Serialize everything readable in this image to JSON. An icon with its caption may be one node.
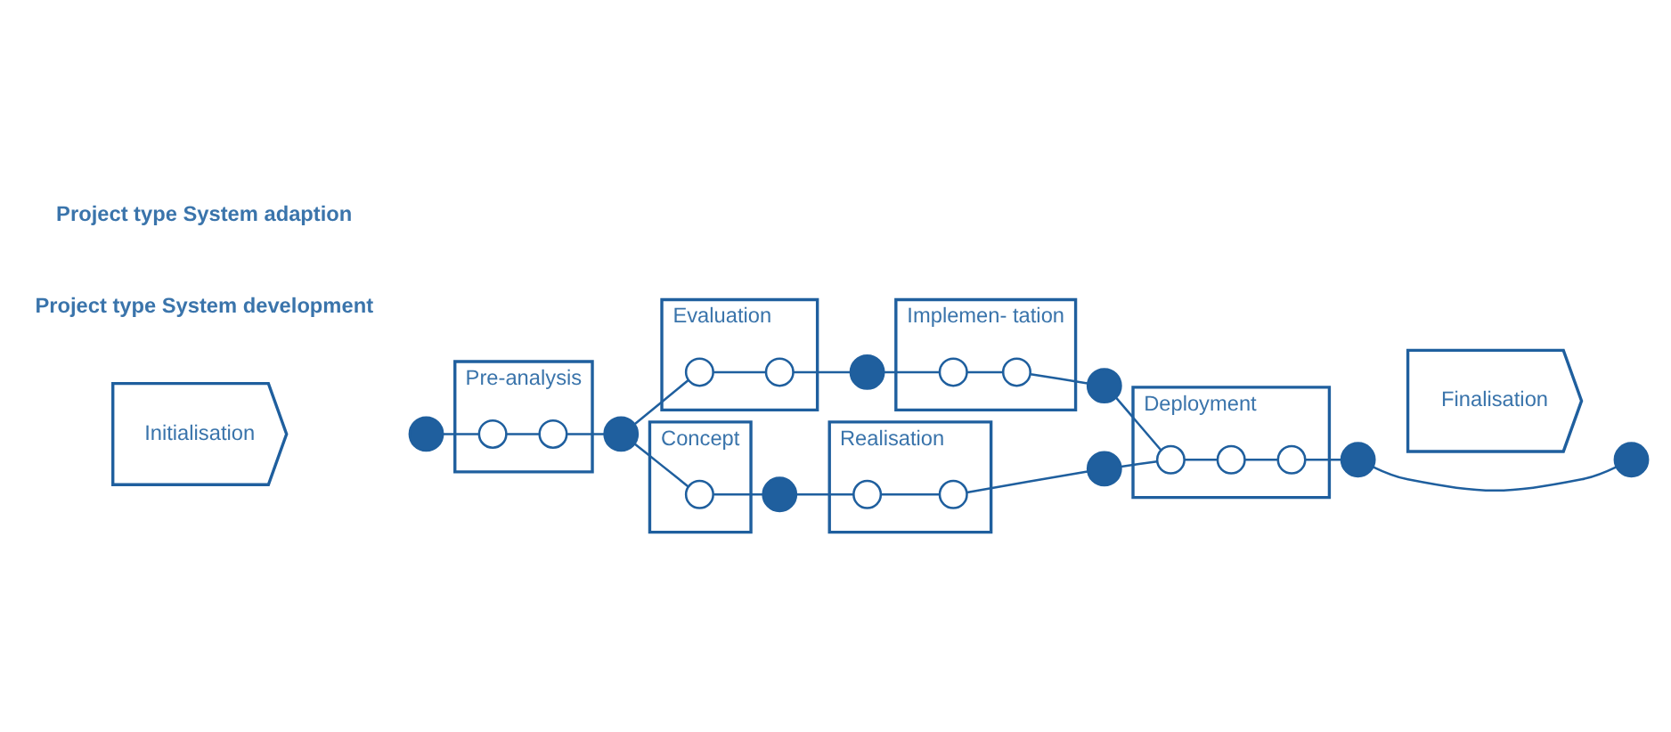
{
  "diagram": {
    "nodes": [
      {
        "text": [
          "Initialisation"
        ]
      },
      {
        "text": [
          "Pre-analysis"
        ]
      },
      {
        "text": [],
        "shape": "circle"
      },
      {
        "text": [],
        "shape": "circle",
        "in": 1
      },
      {
        "text": [],
        "shape": "circle",
        "in": 1
      },
      {
        "text": [],
        "shape": "circle"
      },
      {
        "text": [
          "Concept"
        ]
      },
      {
        "text": [],
        "shape": "circle",
        "in": 6
      },
      {
        "text": [],
        "shape": "circle"
      },
      {
        "text": [
          "Realisation"
        ]
      },
      {
        "text": [],
        "shape": "circle",
        "in": 9
      },
      {
        "text": [],
        "shape": "circle",
        "in": 9
      },
      {
        "text": [],
        "shape": "circle"
      },
      {
        "text": [
          "Evaluation"
        ]
      },
      {
        "text": [],
        "shape": "circle",
        "in": 13
      },
      {
        "text": [],
        "shape": "circle",
        "in": 13
      },
      {
        "text": [],
        "shape": "circle"
      },
      {
        "text": [
          "Implemen- tation"
        ]
      },
      {
        "text": [],
        "shape": "circle",
        "in": 17
      },
      {
        "text": [],
        "shape": "circle",
        "in": 17
      },
      {
        "text": [],
        "shape": "circle"
      },
      {
        "text": [
          "Deployment"
        ]
      },
      {
        "text": [],
        "shape": "circle",
        "in": 21
      },
      {
        "text": [],
        "shape": "circle",
        "in": 21
      },
      {
        "text": [],
        "shape": "circle",
        "in": 21
      },
      {
        "text": [],
        "shape": "circle"
      },
      {
        "text": [
          "Finalisation"
        ]
      },
      {
        "text": [],
        "shape": "circle"
      }
    ],
    "edges": [
      {
        "from": 2,
        "to": 3,
        "arrow": "none"
      },
      {
        "from": 3,
        "to": 4,
        "arrow": "none"
      },
      {
        "from": 4,
        "to": 5,
        "arrow": "none"
      },
      {
        "from": 5,
        "to": 7,
        "arrow": "none"
      },
      {
        "from": 7,
        "to": 8,
        "arrow": "none"
      },
      {
        "from": 8,
        "to": 10,
        "arrow": "none"
      },
      {
        "from": 10,
        "to": 11,
        "arrow": "none"
      },
      {
        "from": 11,
        "to": 12,
        "arrow": "none"
      },
      {
        "from": 5,
        "to": 14,
        "arrow": "none"
      },
      {
        "from": 14,
        "to": 15,
        "arrow": "none"
      },
      {
        "from": 15,
        "to": 16,
        "arrow": "none"
      },
      {
        "from": 16,
        "to": 18,
        "arrow": "none"
      },
      {
        "from": 18,
        "to": 19,
        "arrow": "none"
      },
      {
        "from": 19,
        "to": 20,
        "arrow": "none"
      },
      {
        "from": 12,
        "to": 22,
        "arrow": "none"
      },
      {
        "from": 20,
        "to": 22,
        "arrow": "none"
      },
      {
        "from": 22,
        "to": 23,
        "arrow": "none"
      },
      {
        "from": 23,
        "to": 24,
        "arrow": "none"
      },
      {
        "from": 24,
        "to": 25,
        "arrow": "none"
      },
      {
        "from": 25,
        "to": 27,
        "arrow": "none"
      }
    ],
    "labels": [
      "Project type System development",
      "Project type System adaption"
    ]
  }
}
